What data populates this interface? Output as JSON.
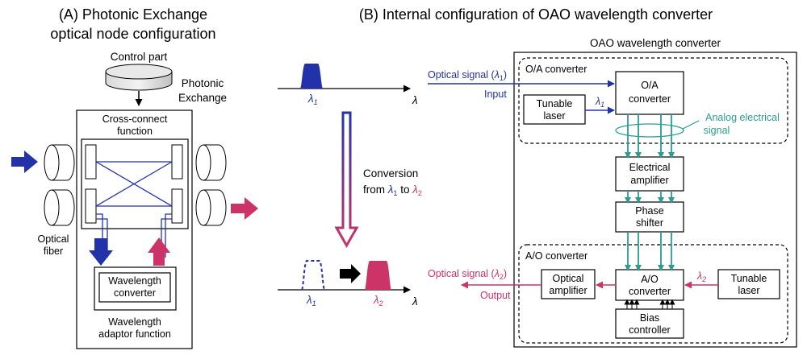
{
  "panel_a": {
    "title_line1": "(A) Photonic Exchange",
    "title_line2": "optical node configuration",
    "control_part": "Control part",
    "photonic_exchange_line1": "Photonic",
    "photonic_exchange_line2": "Exchange",
    "cross_connect_line1": "Cross-connect",
    "cross_connect_line2": "function",
    "optical_fiber_line1": "Optical",
    "optical_fiber_line2": "fiber",
    "wavelength_converter_line1": "Wavelength",
    "wavelength_converter_line2": "converter",
    "adaptor_line1": "Wavelength",
    "adaptor_line2": "adaptor function"
  },
  "panel_b": {
    "title": "(B) Internal configuration of OAO wavelength converter",
    "lambda": "λ",
    "lambda1_sub": "1",
    "lambda2_sub": "2",
    "conversion_line1": "Conversion",
    "conversion_from": "from",
    "conversion_to": "to"
  },
  "oao": {
    "title": "OAO wavelength converter",
    "oa_converter_label": "O/A converter",
    "ao_converter_label": "A/O converter",
    "optical_signal_in": "Optical signal (",
    "optical_signal_close": ")",
    "input_label": "Input",
    "optical_signal_out": "Optical signal (",
    "output_label": "Output",
    "tunable_laser_line1": "Tunable",
    "tunable_laser_line2": "laser",
    "oa_block_line1": "O/A",
    "oa_block_line2": "converter",
    "analog_line1": "Analog electrical",
    "analog_line2": "signal",
    "elec_amp_line1": "Electrical",
    "elec_amp_line2": "amplifier",
    "phase_line1": "Phase",
    "phase_line2": "shifter",
    "ao_block_line1": "A/O",
    "ao_block_line2": "converter",
    "opt_amp_line1": "Optical",
    "opt_amp_line2": "amplifier",
    "bias_line1": "Bias",
    "bias_line2": "controller"
  },
  "colors": {
    "blue": "#2233aa",
    "red": "#cc3366",
    "teal": "#2a9d8f",
    "black": "#000000"
  }
}
